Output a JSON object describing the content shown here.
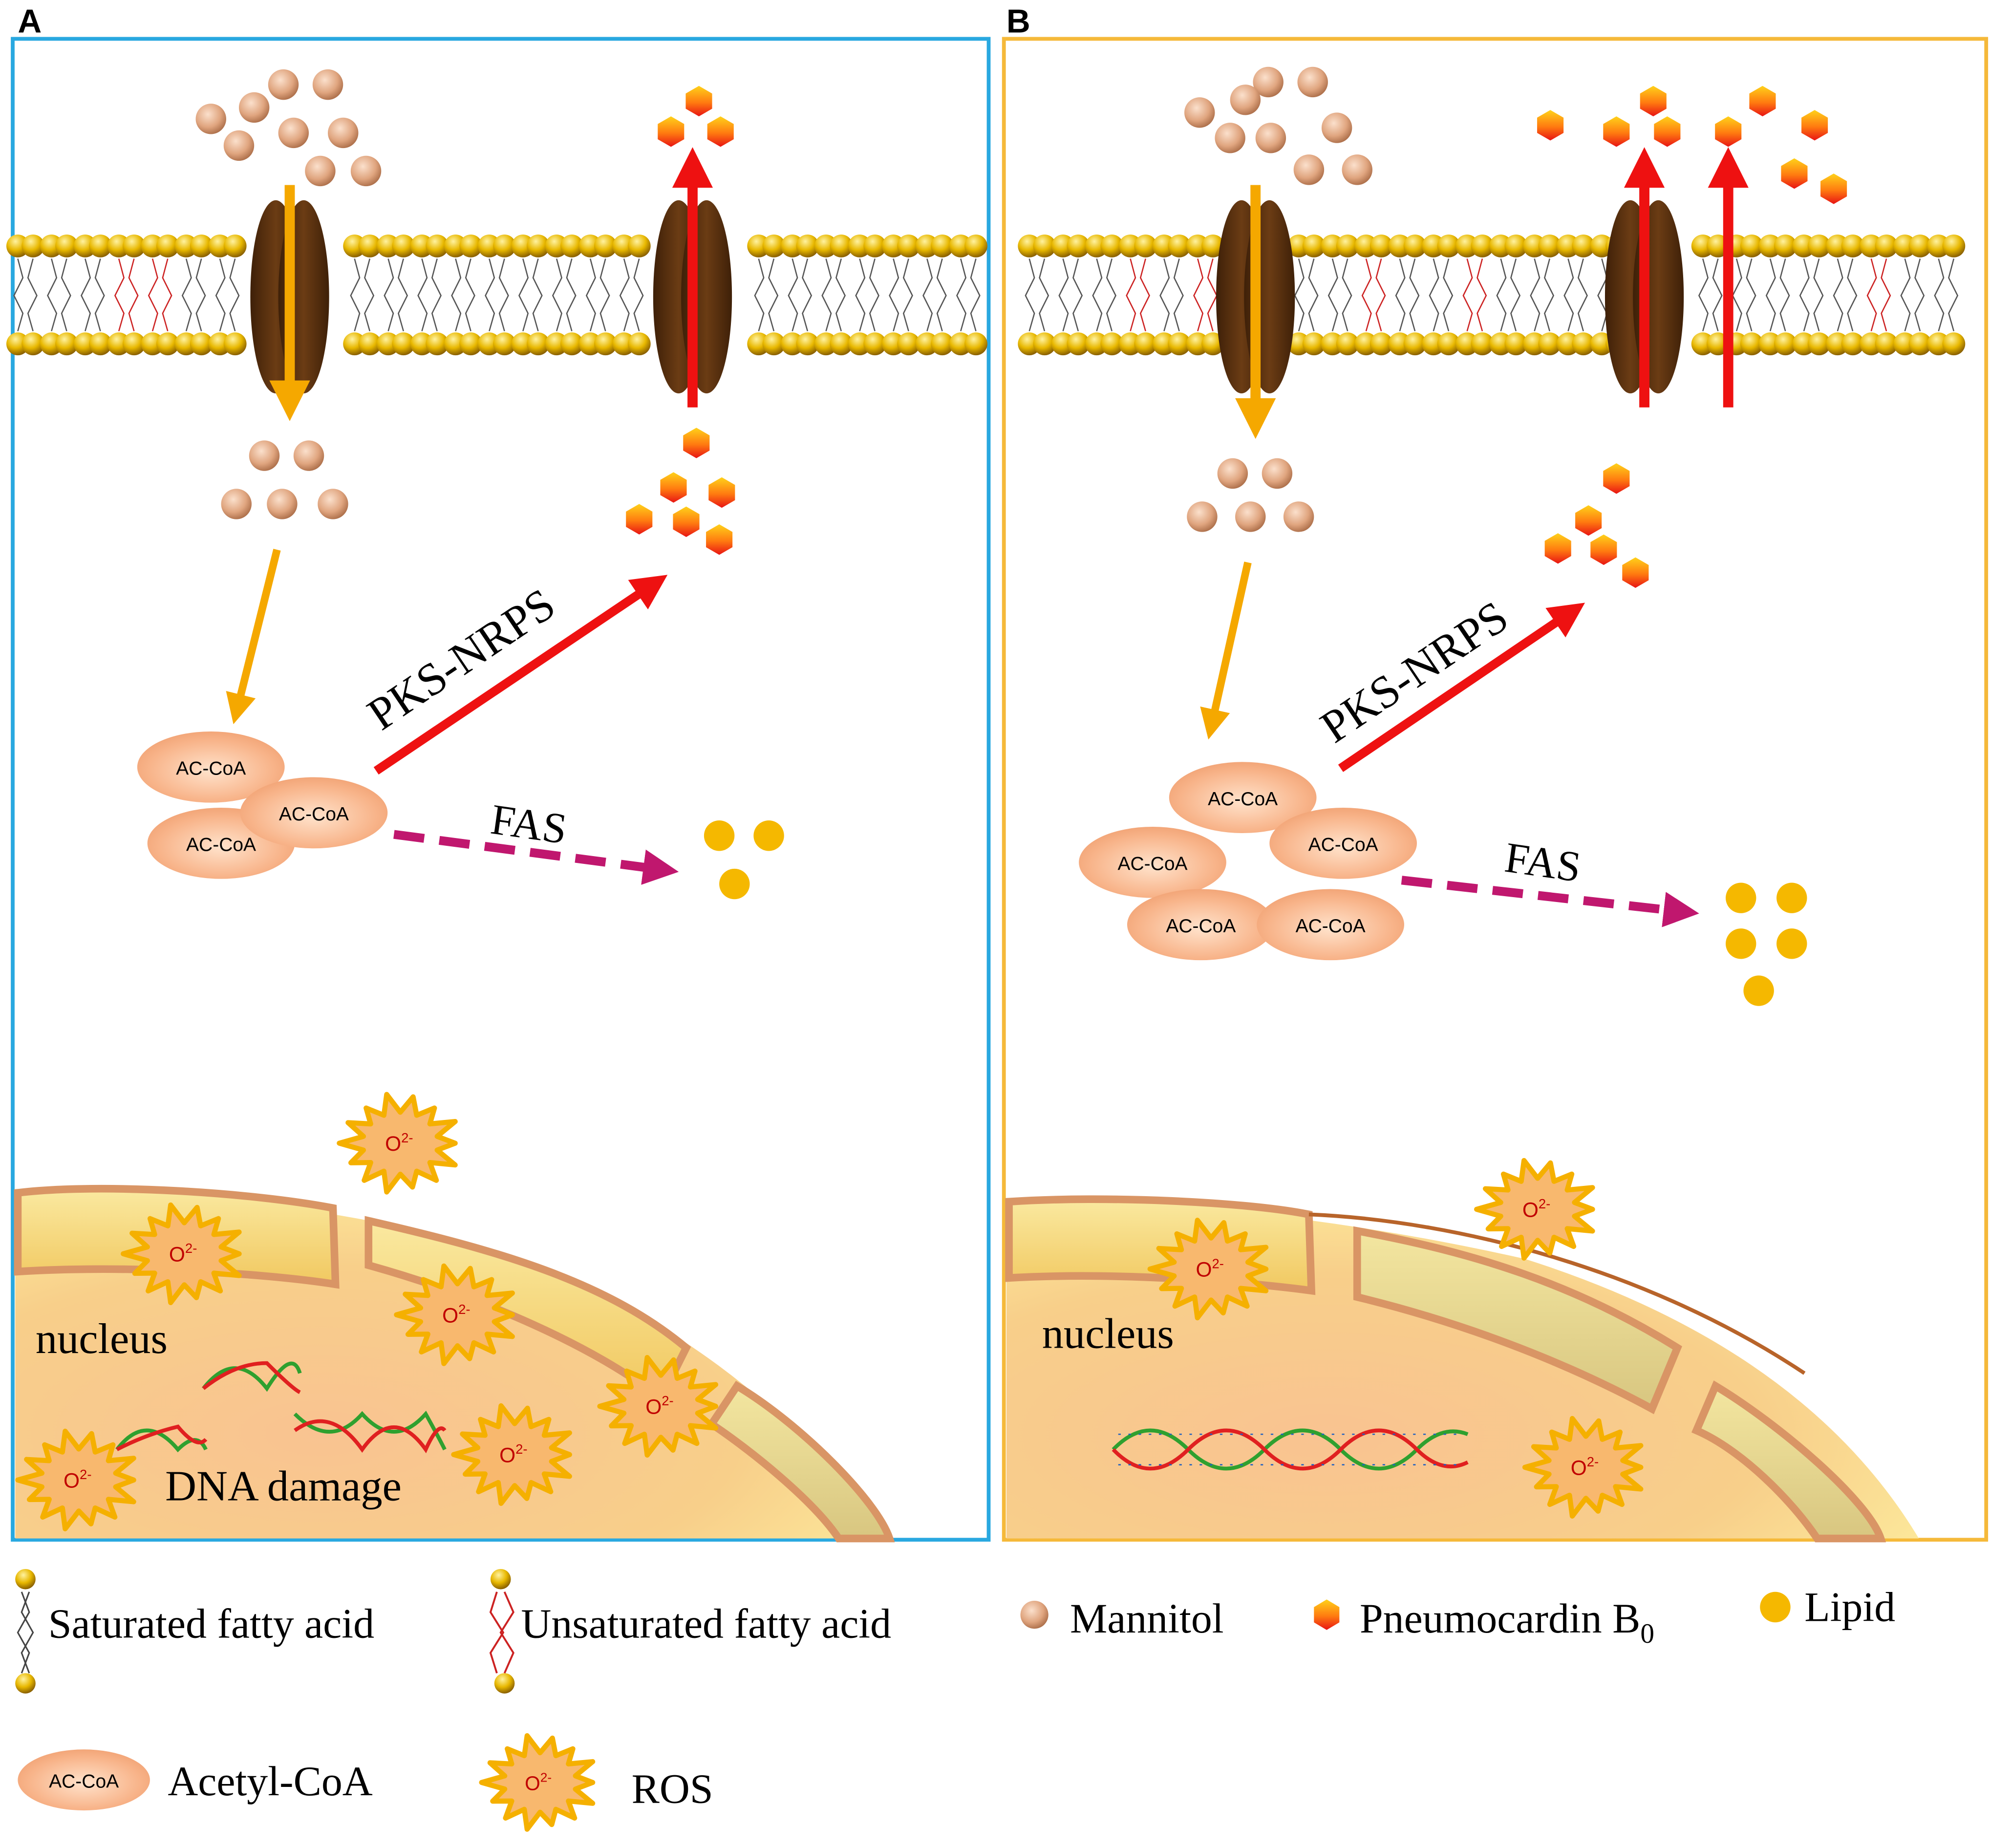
{
  "panels": [
    {
      "letter": "A",
      "frame_color": "#29a8e0",
      "nucleus_label": "nucleus",
      "dna_label": "DNA damage",
      "pathway_pks": "PKS-NRPS",
      "pathway_fas": "FAS",
      "acetyl_coa_count": 3,
      "acetyl_label": "AC-CoA",
      "ros_label": "O2-"
    },
    {
      "letter": "B",
      "frame_color": "#f5b93a",
      "nucleus_label": "nucleus",
      "pathway_pks": "PKS-NRPS",
      "pathway_fas": "FAS",
      "acetyl_coa_count": 5,
      "acetyl_label": "AC-CoA",
      "ros_label": "O2-"
    }
  ],
  "legend": {
    "saturated": "Saturated fatty acid",
    "unsaturated": "Unsaturated fatty acid",
    "mannitol": "Mannitol",
    "pneumocardin_base": "Pneumocardin B",
    "pneumocardin_sub": "0",
    "lipid": "Lipid",
    "acetyl_icon": "AC-CoA",
    "acetyl": "Acetyl-CoA",
    "ros_icon": "O2-",
    "ros": "ROS"
  },
  "colors": {
    "import_arrow": "#f5a800",
    "export_arrow": "#ee1111",
    "fas_arrow": "#c0176e",
    "channel": "#5a3210",
    "lipid": "#f5b800",
    "membrane_head": "#e8b800"
  }
}
